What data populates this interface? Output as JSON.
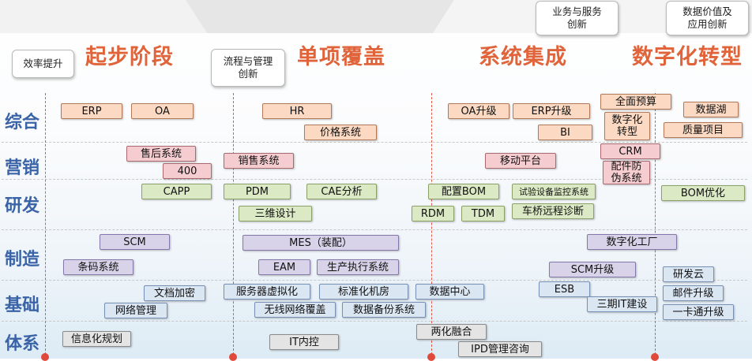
{
  "phases": [
    "起步阶段",
    "单项覆盖",
    "系统集成",
    "数字化转型"
  ],
  "callouts": {
    "efficiency": "效率提升",
    "process": "流程与管理\n创新",
    "business": "业务与服务\n创新",
    "data_value": "数据价值及\n应用创新"
  },
  "rows": [
    "综合",
    "营销",
    "研发",
    "制造",
    "基础",
    "体系"
  ],
  "boxes": {
    "erp": "ERP",
    "oa": "OA",
    "hr": "HR",
    "price_sys": "价格系统",
    "oa_up": "OA升级",
    "erp_up": "ERP升级",
    "bi": "BI",
    "budget": "全面预算",
    "digital_transform": "数字化\n转型",
    "data_lake": "数据湖",
    "quality": "质量项目",
    "after_sales": "售后系统",
    "call400": "400",
    "sales": "销售系统",
    "mobile": "移动平台",
    "crm": "CRM",
    "parts_anti": "配件防\n伪系统",
    "capp": "CAPP",
    "pdm": "PDM",
    "cae": "CAE分析",
    "bom_config": "配置BOM",
    "test_monitor": "试验设备监控系统",
    "bom_opt": "BOM优化",
    "design3d": "三维设计",
    "rdm": "RDM",
    "tdm": "TDM",
    "remote_diag": "车桥远程诊断",
    "scm": "SCM",
    "mes": "MES（装配）",
    "digital_factory": "数字化工厂",
    "barcode": "条码系统",
    "eam": "EAM",
    "exec_sys": "生产执行系统",
    "scm_up": "SCM升级",
    "rd_cloud": "研发云",
    "doc_encrypt": "文档加密",
    "server_virt": "服务器虚拟化",
    "std_room": "标准化机房",
    "datacenter": "数据中心",
    "esb": "ESB",
    "mail_up": "邮件升级",
    "network": "网络管理",
    "wireless": "无线网络覆盖",
    "backup": "数据备份系统",
    "it3": "三期IT建设",
    "card_up": "一卡通升级",
    "info_plan": "信息化规划",
    "it_control": "IT内控",
    "two_merge": "两化融合",
    "ipd": "IPD管理咨询"
  }
}
